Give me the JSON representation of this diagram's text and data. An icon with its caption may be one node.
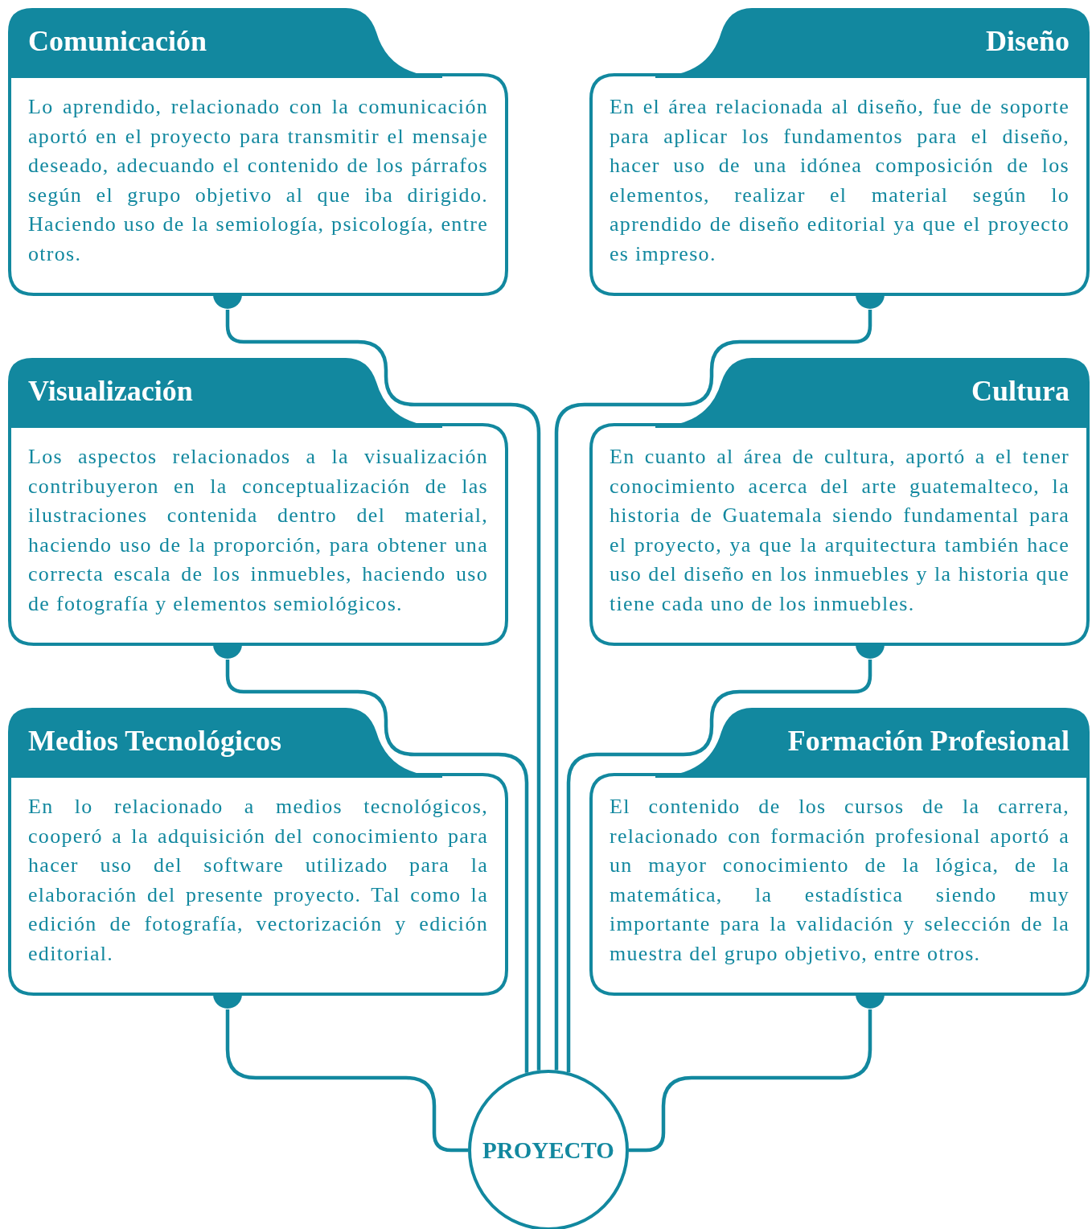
{
  "diagram": {
    "nodes": [
      {
        "text": [
          "Comunicación",
          "Lo aprendido, relacionado con la comunicación aportó en el proyecto para transmitir el mensaje deseado, adecuando el contenido de los párrafos según el grupo objetivo al que iba dirigido. Haciendo uso de la semiología, psicología, entre otros."
        ]
      },
      {
        "text": [
          "Diseño",
          "En el área relacionada al diseño, fue de soporte para aplicar los fundamentos para el diseño, hacer uso de una idónea composición de los elementos, realizar el material según lo aprendido de diseño editorial ya que el proyecto es impreso."
        ]
      },
      {
        "text": [
          "Visualización",
          "Los aspectos relacionados a la visualización contribuyeron en la conceptualización de las ilustraciones contenida dentro del material, haciendo uso de la proporción, para obtener una correcta escala de los inmuebles, haciendo uso de fotografía y elementos semiológicos."
        ]
      },
      {
        "text": [
          "Cultura",
          "En cuanto al área de cultura, aportó a el tener conocimiento acerca del arte guatemalteco, la historia de Guatemala siendo fundamental para el proyecto, ya que la arquitectura también hace uso del diseño en los inmuebles y la historia que tiene cada uno de los inmuebles."
        ]
      },
      {
        "text": [
          "Medios Tecnológicos",
          "En lo relacionado a medios tecnológicos, cooperó a la adquisición del conocimiento para hacer uso del software utilizado para la elaboración del presente proyecto. Tal como la edición de fotografía, vectorización y edición editorial."
        ]
      },
      {
        "text": [
          "Formación Profesional",
          "El contenido de los cursos de la carrera, relacionado con formación profesional aportó a un mayor conocimiento de la lógica, de la matemática, la estadística siendo muy importante para la validación y selección de la muestra del grupo objetivo, entre otros."
        ]
      },
      {
        "text": [
          "PROYECTO"
        ]
      }
    ],
    "edges": [
      {
        "from": 0,
        "to": 6,
        "arrow": "none"
      },
      {
        "from": 1,
        "to": 6,
        "arrow": "none"
      },
      {
        "from": 2,
        "to": 6,
        "arrow": "none"
      },
      {
        "from": 3,
        "to": 6,
        "arrow": "none"
      },
      {
        "from": 4,
        "to": 6,
        "arrow": "none"
      },
      {
        "from": 5,
        "to": 6,
        "arrow": "none"
      }
    ]
  }
}
